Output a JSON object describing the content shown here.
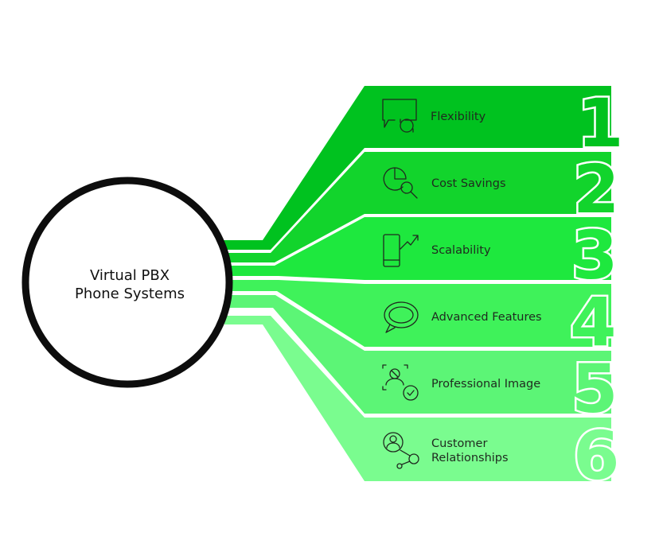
{
  "hub": {
    "line1": "Virtual PBX",
    "line2": "Phone Systems"
  },
  "items": [
    {
      "number": "1",
      "label": "Flexibility",
      "icon": "chat-refresh-icon",
      "color": "#00c21f"
    },
    {
      "number": "2",
      "label": "Cost Savings",
      "icon": "pie-chart-search-icon",
      "color": "#12d42c"
    },
    {
      "number": "3",
      "label": "Scalability",
      "icon": "phone-growth-icon",
      "color": "#1ee83e"
    },
    {
      "number": "4",
      "label": "Advanced Features",
      "icon": "speech-bubble-icon",
      "color": "#3ff25a"
    },
    {
      "number": "5",
      "label": "Professional Image",
      "icon": "profile-check-icon",
      "color": "#5cf576"
    },
    {
      "number": "6",
      "label": "Customer Relationships",
      "label_line1": "Customer",
      "label_line2": "Relationships",
      "icon": "user-network-icon",
      "color": "#7afc8f"
    }
  ]
}
